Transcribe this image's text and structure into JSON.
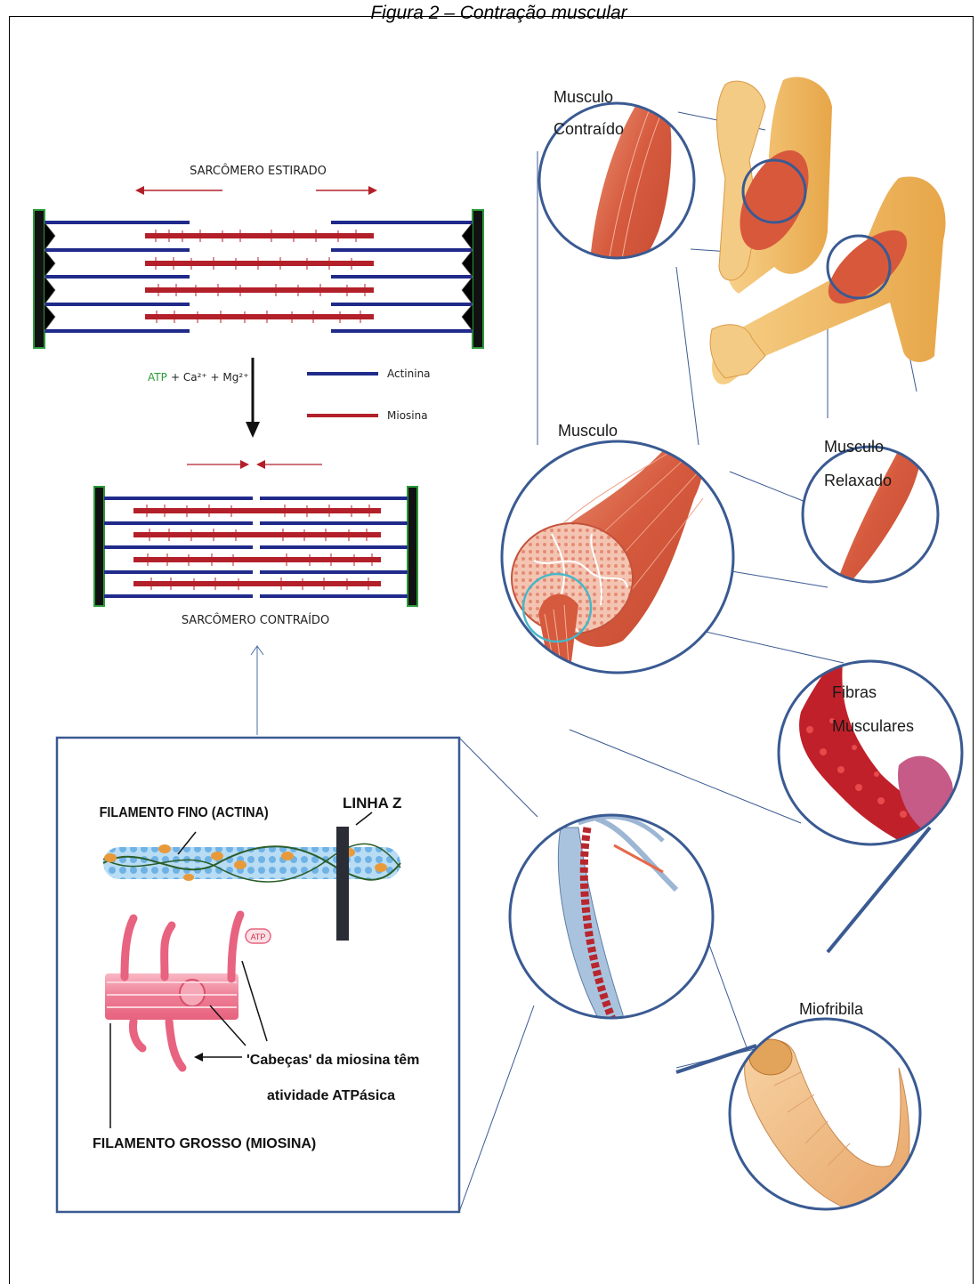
{
  "figure": {
    "title": "Figura 2 – Contração muscular"
  },
  "sarcomere": {
    "stretched_label": "SARCÔMERO ESTIRADO",
    "contracted_label": "SARCÔMERO CONTRAÍDO",
    "reaction_prefix": "ATP",
    "reaction_rest": "+ Ca²⁺ + Mg²⁺",
    "legend": [
      {
        "label": "Actinina",
        "color": "#1f2a8a"
      },
      {
        "label": "Miosina",
        "color": "#b3202a"
      }
    ]
  },
  "filament_box": {
    "thin_label": "FILAMENTO FINO (ACTINA)",
    "zline_label": "LINHA Z",
    "atp_tag": "ATP",
    "heads_line1": "'Cabeças' da miosina têm",
    "heads_line2": "atividade ATPásica",
    "thick_label": "FILAMENTO GROSSO (MIOSINA)"
  },
  "circles": {
    "contracted_line1": "Musculo",
    "contracted_line2": "Contraído",
    "muscle": "Musculo",
    "relaxed_line1": "Musculo",
    "relaxed_line2": "Relaxado",
    "fibers_line1": "Fibras",
    "fibers_line2": "Musculares",
    "myofibril": "Miofribila"
  },
  "colors": {
    "actin": "#1f2a8a",
    "myosin": "#b3202a",
    "circle_border": "#3a5a92",
    "muscle": "#d9664a",
    "bone": "#f0b660"
  }
}
